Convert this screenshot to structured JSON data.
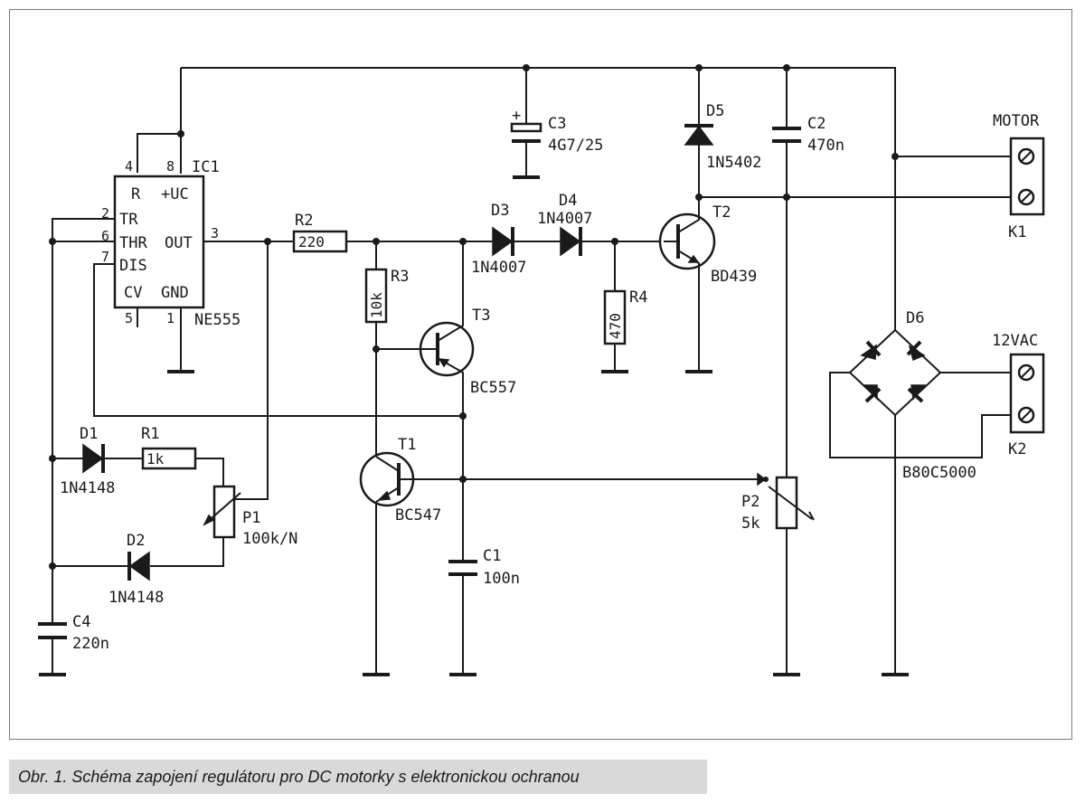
{
  "caption": "Obr. 1. Schéma zapojení regulátoru pro DC motorky s elektronickou ochranou",
  "components": {
    "ic1": {
      "ref": "IC1",
      "type": "NE555",
      "pins": {
        "r": "R",
        "vcc": "+UC",
        "tr": "TR",
        "thr": "THR",
        "out": "OUT",
        "dis": "DIS",
        "cv": "CV",
        "gnd": "GND"
      },
      "pin_numbers": {
        "p4": "4",
        "p8": "8",
        "p2": "2",
        "p6": "6",
        "p7": "7",
        "p3": "3",
        "p5": "5",
        "p1": "1"
      }
    },
    "r1": {
      "ref": "R1",
      "value": "1k"
    },
    "r2": {
      "ref": "R2",
      "value": "220"
    },
    "r3": {
      "ref": "R3",
      "value": "10k"
    },
    "r4": {
      "ref": "R4",
      "value": "470"
    },
    "p1": {
      "ref": "P1",
      "value": "100k/N"
    },
    "p2": {
      "ref": "P2",
      "value": "5k"
    },
    "c1": {
      "ref": "C1",
      "value": "100n"
    },
    "c2": {
      "ref": "C2",
      "value": "470n"
    },
    "c3": {
      "ref": "C3",
      "value": "4G7/25",
      "polarity": "+"
    },
    "c4": {
      "ref": "C4",
      "value": "220n"
    },
    "d1": {
      "ref": "D1",
      "value": "1N4148"
    },
    "d2": {
      "ref": "D2",
      "value": "1N4148"
    },
    "d3": {
      "ref": "D3",
      "value": "1N4007"
    },
    "d4": {
      "ref": "D4",
      "value": "1N4007"
    },
    "d5": {
      "ref": "D5",
      "value": "1N5402"
    },
    "d6": {
      "ref": "D6",
      "value": "B80C5000"
    },
    "t1": {
      "ref": "T1",
      "value": "BC547"
    },
    "t2": {
      "ref": "T2",
      "value": "BD439"
    },
    "t3": {
      "ref": "T3",
      "value": "BC557"
    },
    "k1": {
      "ref": "K1",
      "label": "MOTOR"
    },
    "k2": {
      "ref": "K2",
      "label": "12VAC"
    }
  }
}
